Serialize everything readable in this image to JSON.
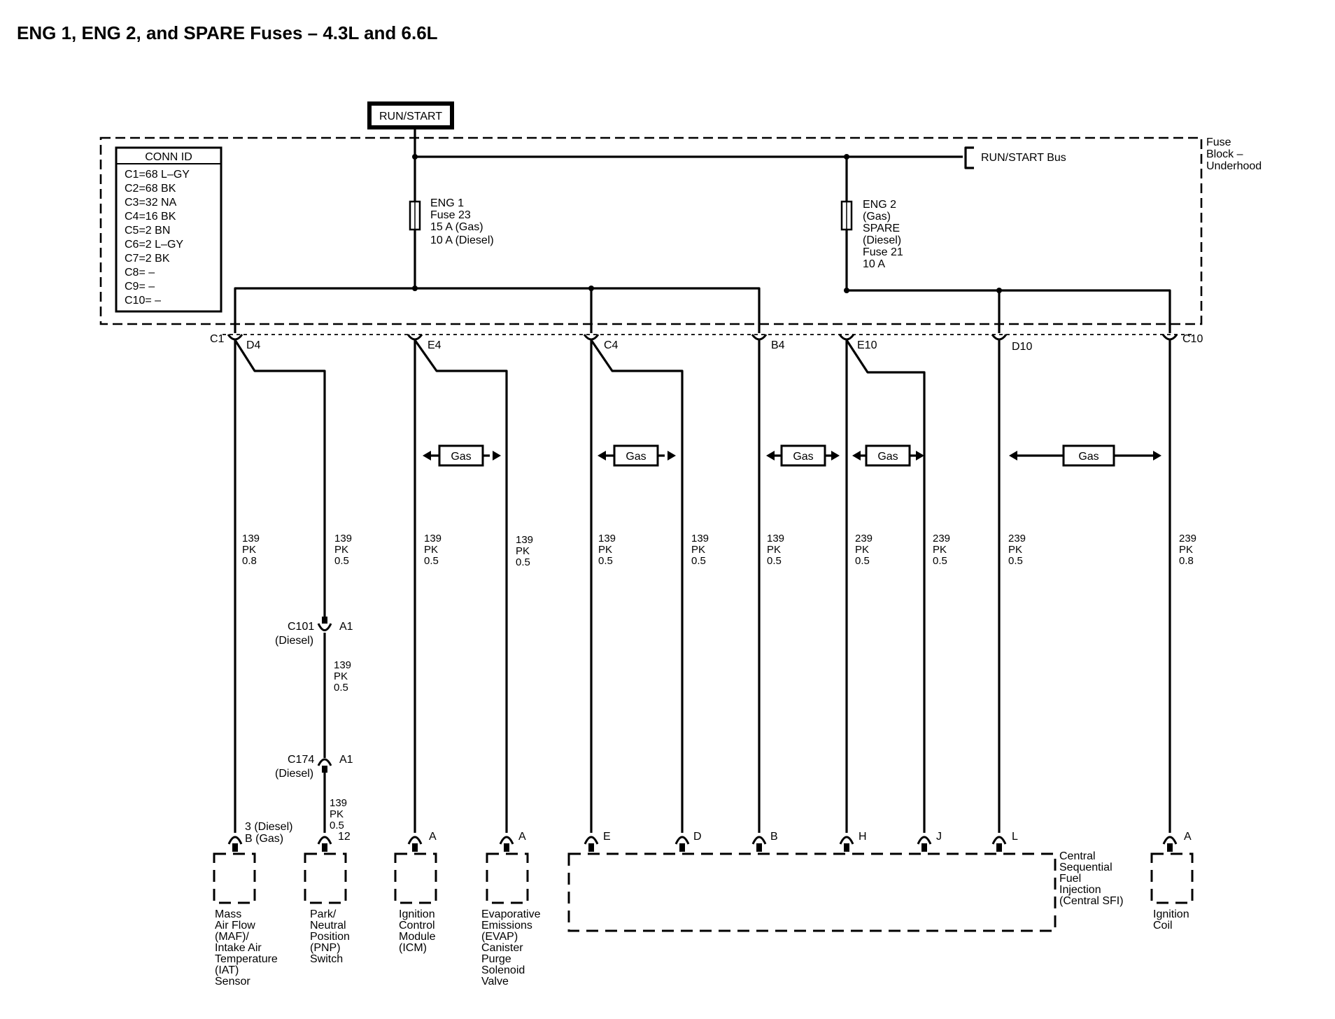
{
  "title": "ENG 1, ENG 2, and SPARE Fuses – 4.3L and 6.6L",
  "power_source": "RUN/START",
  "bus_label": "RUN/START Bus",
  "fuse_block_label": [
    "Fuse",
    "Block –",
    "Underhood"
  ],
  "conn_id": {
    "header": "CONN ID",
    "rows": [
      "C1=68 L–GY",
      "C2=68 BK",
      "C3=32 NA",
      "C4=16 BK",
      "C5=2 BN",
      "C6=2 L–GY",
      "C7=2 BK",
      "C8= –",
      "C9= –",
      "C10= –"
    ]
  },
  "fuses": [
    {
      "lines": [
        "ENG 1",
        "Fuse 23",
        "15 A (Gas)",
        "10 A (Diesel)"
      ]
    },
    {
      "lines": [
        "ENG 2",
        "(Gas)",
        "SPARE",
        "(Diesel)",
        "Fuse 21",
        "10 A"
      ]
    }
  ],
  "header_connector_labels": [
    "C1",
    "D4",
    "E4",
    "C4",
    "B4",
    "E10",
    "D10",
    "C10"
  ],
  "option_label": "Gas",
  "wires": [
    [
      "139",
      "PK",
      "0.8"
    ],
    [
      "139",
      "PK",
      "0.5"
    ],
    [
      "139",
      "PK",
      "0.5"
    ],
    [
      "139",
      "PK",
      "0.5"
    ],
    [
      "139",
      "PK",
      "0.5"
    ],
    [
      "139",
      "PK",
      "0.5"
    ],
    [
      "139",
      "PK",
      "0.5"
    ],
    [
      "239",
      "PK",
      "0.5"
    ],
    [
      "239",
      "PK",
      "0.5"
    ],
    [
      "239",
      "PK",
      "0.5"
    ],
    [
      "239",
      "PK",
      "0.8"
    ]
  ],
  "inline_connectors": [
    {
      "name": "C101",
      "pin": "A1",
      "note": "(Diesel)"
    },
    {
      "name": "C174",
      "pin": "A1",
      "note": "(Diesel)"
    }
  ],
  "inline_wires": [
    [
      "139",
      "PK",
      "0.5"
    ],
    [
      "139",
      "PK",
      "0.5"
    ]
  ],
  "pins": {
    "maf_diesel": "3 (Diesel)",
    "maf_gas": "B (Gas)",
    "pnp": "12",
    "icm": "A",
    "evap": "A",
    "sfi": [
      "E",
      "D",
      "B",
      "H",
      "J",
      "L"
    ],
    "coil": "A"
  },
  "components": {
    "maf": [
      "Mass",
      "Air Flow",
      "(MAF)/",
      "Intake Air",
      "Temperature",
      "(IAT)",
      "Sensor"
    ],
    "pnp": [
      "Park/",
      "Neutral",
      "Position",
      "(PNP)",
      "Switch"
    ],
    "icm": [
      "Ignition",
      "Control",
      "Module",
      "(ICM)"
    ],
    "evap": [
      "Evaporative",
      "Emissions",
      "(EVAP)",
      "Canister",
      "Purge",
      "Solenoid",
      "Valve"
    ],
    "sfi": [
      "Central",
      "Sequential",
      "Fuel",
      "Injection",
      "(Central SFI)"
    ],
    "coil": [
      "Ignition",
      "Coil"
    ]
  }
}
